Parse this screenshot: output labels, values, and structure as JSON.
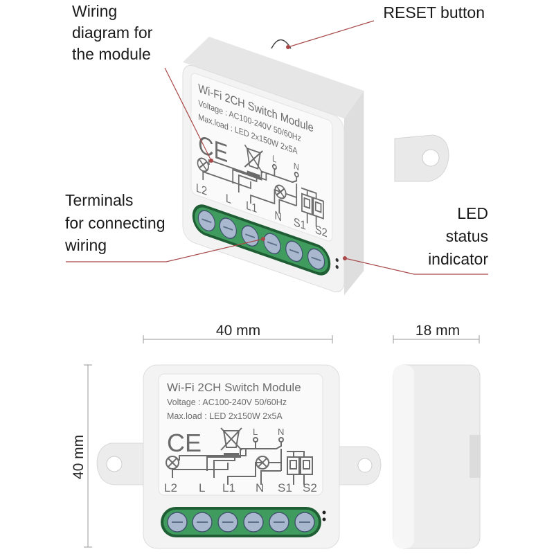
{
  "annotations": {
    "wiring": [
      "Wiring",
      "diagram for",
      "the module"
    ],
    "reset": "RESET button",
    "terminals": [
      "Terminals",
      "for connecting",
      "wiring"
    ],
    "led": [
      "LED",
      "status",
      "indicator"
    ]
  },
  "label": {
    "title": "Wi-Fi 2CH Switch Module",
    "voltage": "Voltage : AC100-240V 50/60Hz",
    "maxload": "Max.load : LED 2x150W 2x5A",
    "ce": "CE",
    "supply_l": "L",
    "supply_n": "N",
    "terminals": [
      "L2",
      "L",
      "L1",
      "N",
      "S1",
      "S2"
    ]
  },
  "dimensions": {
    "width": "40 mm",
    "depth": "18 mm",
    "height": "40 mm"
  },
  "colors": {
    "callout": "#a84848",
    "terminal_green": "#2f8a4e",
    "housing": "#f1f1f1"
  }
}
